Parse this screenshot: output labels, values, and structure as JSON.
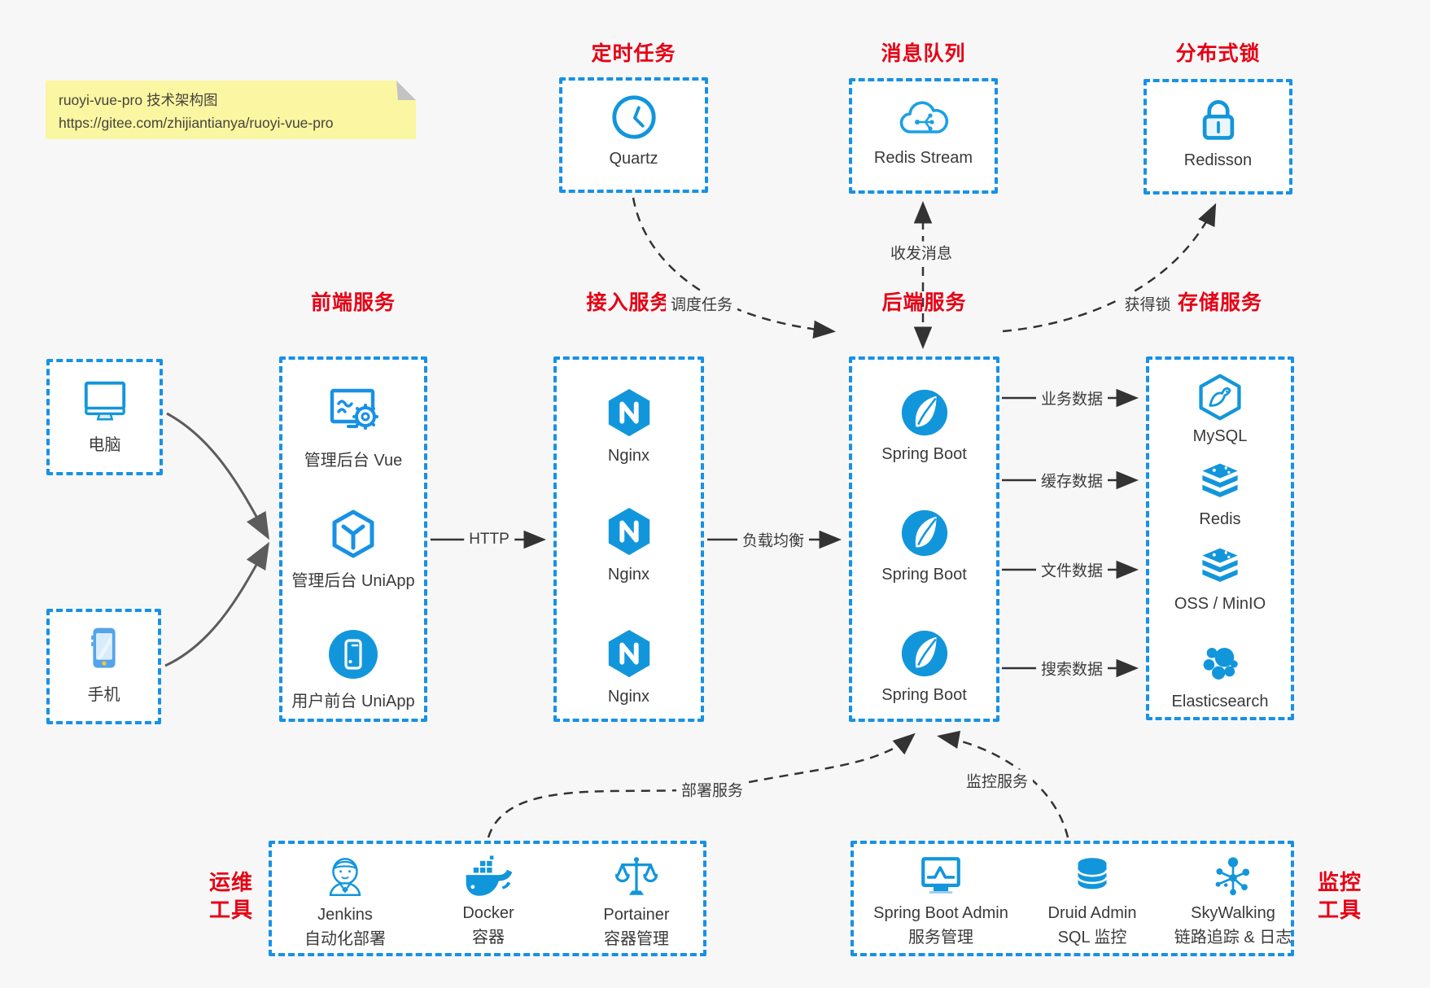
{
  "note": {
    "line1": "ruoyi-vue-pro 技术架构图",
    "line2": "https://gitee.com/zhijiantianya/ruoyi-vue-pro"
  },
  "colors": {
    "accent_blue": "#1791e6",
    "icon_blue": "#1296db",
    "title_red": "#e60014",
    "note_bg": "#fbf6a2",
    "arrow_black": "#333333",
    "arrow_gray": "#5c5c5c",
    "page_bg": "#f7f7f8"
  },
  "top_services": [
    {
      "title": "定时任务",
      "label": "Quartz",
      "icon": "clock-icon"
    },
    {
      "title": "消息队列",
      "label": "Redis Stream",
      "icon": "cloud-stream-icon"
    },
    {
      "title": "分布式锁",
      "label": "Redisson",
      "icon": "lock-icon"
    }
  ],
  "clients": [
    {
      "label": "电脑",
      "icon": "desktop-icon"
    },
    {
      "label": "手机",
      "icon": "smartphone-icon"
    }
  ],
  "frontend": {
    "title": "前端服务",
    "items": [
      {
        "label": "管理后台 Vue",
        "icon": "admin-vue-icon"
      },
      {
        "label": "管理后台 UniApp",
        "icon": "uniapp-cube-icon"
      },
      {
        "label": "用户前台 UniApp",
        "icon": "user-app-icon"
      }
    ]
  },
  "gateway": {
    "title": "接入服务",
    "items": [
      {
        "label": "Nginx",
        "icon": "nginx-icon"
      },
      {
        "label": "Nginx",
        "icon": "nginx-icon"
      },
      {
        "label": "Nginx",
        "icon": "nginx-icon"
      }
    ]
  },
  "backend": {
    "title": "后端服务",
    "items": [
      {
        "label": "Spring Boot",
        "icon": "spring-leaf-icon"
      },
      {
        "label": "Spring Boot",
        "icon": "spring-leaf-icon"
      },
      {
        "label": "Spring Boot",
        "icon": "spring-leaf-icon"
      }
    ]
  },
  "storage": {
    "title": "存储服务",
    "items": [
      {
        "label": "MySQL",
        "icon": "mysql-icon"
      },
      {
        "label": "Redis",
        "icon": "redis-icon"
      },
      {
        "label": "OSS / MinIO",
        "icon": "oss-minio-icon"
      },
      {
        "label": "Elasticsearch",
        "icon": "elasticsearch-icon"
      }
    ]
  },
  "edges": {
    "http": "HTTP",
    "load_balance": "负载均衡",
    "schedule": "调度任务",
    "messaging": "收发消息",
    "lock": "获得锁",
    "business": "业务数据",
    "cache": "缓存数据",
    "file": "文件数据",
    "search": "搜索数据",
    "deploy": "部署服务",
    "monitor": "监控服务"
  },
  "ops": {
    "side_label": [
      "运维",
      "工具"
    ],
    "items": [
      {
        "name": "Jenkins",
        "desc": "自动化部署",
        "icon": "jenkins-icon"
      },
      {
        "name": "Docker",
        "desc": "容器",
        "icon": "docker-icon"
      },
      {
        "name": "Portainer",
        "desc": "容器管理",
        "icon": "portainer-scales-icon"
      }
    ]
  },
  "monitoring": {
    "side_label": [
      "监控",
      "工具"
    ],
    "items": [
      {
        "name": "Spring Boot Admin",
        "desc": "服务管理",
        "icon": "monitor-chart-icon"
      },
      {
        "name": "Druid Admin",
        "desc": "SQL 监控",
        "icon": "database-icon"
      },
      {
        "name": "SkyWalking",
        "desc": "链路追踪 & 日志",
        "icon": "topology-icon"
      }
    ]
  }
}
